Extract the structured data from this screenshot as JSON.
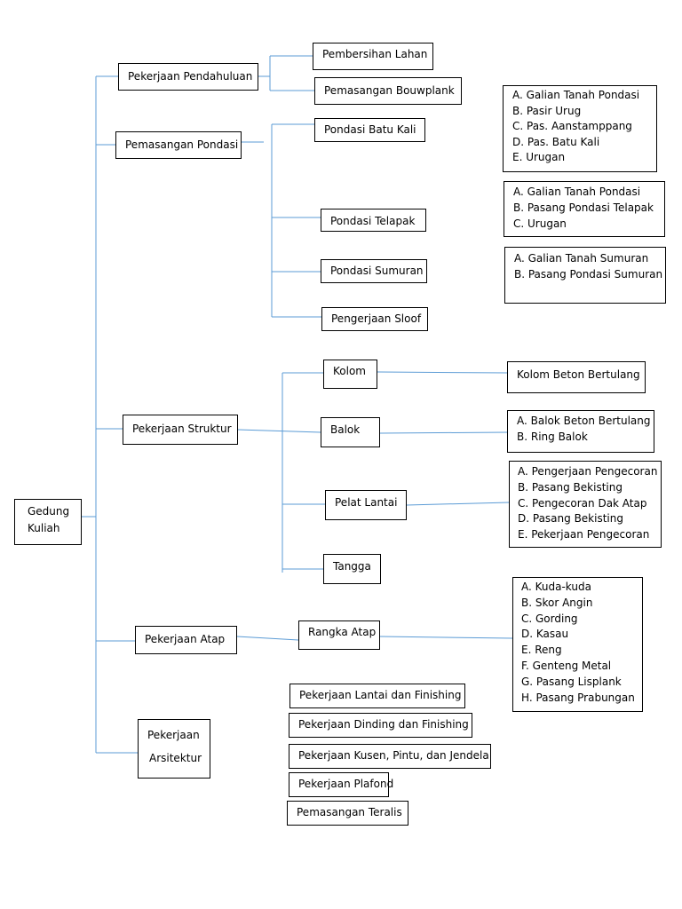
{
  "root": {
    "lines": [
      "Gedung",
      "Kuliah"
    ]
  },
  "level1": {
    "pendahuluan": "Pekerjaan Pendahuluan",
    "pondasi": "Pemasangan Pondasi",
    "struktur": "Pekerjaan Struktur",
    "atap": "Pekerjaan Atap",
    "arsitektur": [
      "Pekerjaan",
      "Arsitektur"
    ]
  },
  "level2": {
    "pembersihan": "Pembersihan Lahan",
    "bouwplank": "Pemasangan Bouwplank",
    "batu_kali": "Pondasi Batu Kali",
    "telapak": "Pondasi Telapak",
    "sumuran": "Pondasi Sumuran",
    "sloof": "Pengerjaan Sloof",
    "kolom": "Kolom",
    "balok": "Balok",
    "pelat": "Pelat Lantai",
    "tangga": "Tangga",
    "rangka_atap": "Rangka Atap",
    "arsitektur_items": [
      "Pekerjaan Lantai dan Finishing",
      "Pekerjaan Dinding dan Finishing",
      "Pekerjaan Kusen, Pintu, dan Jendela",
      "Pekerjaan Plafond",
      "Pemasangan Teralis"
    ]
  },
  "details": {
    "batu_kali": [
      "A. Galian Tanah Pondasi",
      "B. Pasir Urug",
      "C. Pas. Aanstamppang",
      "D. Pas. Batu Kali",
      "E. Urugan"
    ],
    "telapak": [
      "A. Galian Tanah Pondasi",
      "B. Pasang Pondasi Telapak",
      "C. Urugan"
    ],
    "sumuran": [
      "A. Galian Tanah Sumuran",
      "B. Pasang Pondasi Sumuran"
    ],
    "kolom": [
      "Kolom Beton Bertulang"
    ],
    "balok": [
      "A. Balok Beton Bertulang",
      "B. Ring Balok"
    ],
    "pelat": [
      "A. Pengerjaan Pengecoran",
      "B. Pasang Bekisting",
      "C. Pengecoran Dak Atap",
      "D. Pasang Bekisting",
      "E. Pekerjaan Pengecoran"
    ],
    "rangka_atap": [
      "A. Kuda-kuda",
      "B. Skor Angin",
      "C. Gording",
      "D. Kasau",
      "E. Reng",
      "F. Genteng Metal",
      "G. Pasang Lisplank",
      "H. Pasang Prabungan"
    ]
  },
  "colors": {
    "connector": "#5b9bd5",
    "border": "#000000"
  }
}
